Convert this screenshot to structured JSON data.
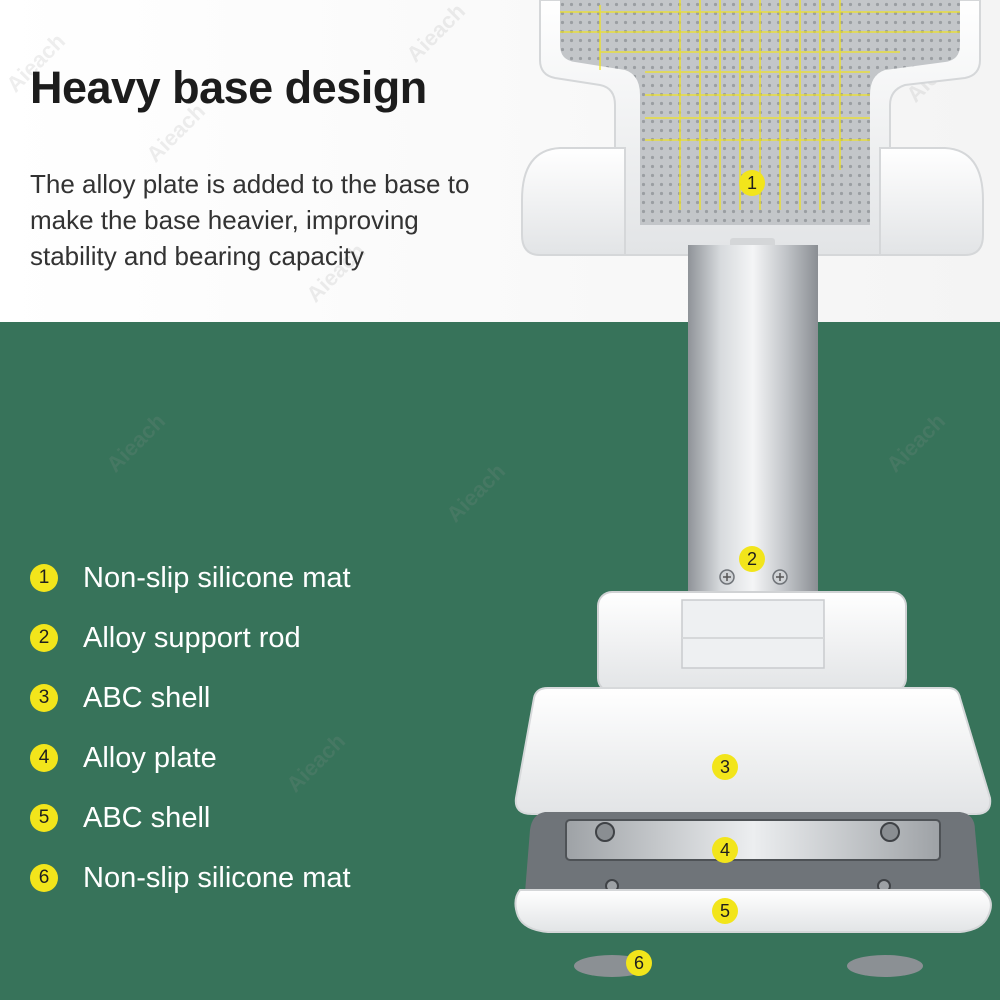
{
  "headline": "Heavy base design",
  "description": "The alloy plate is added to the base to make the base heavier, improving stability and bearing capacity",
  "legend": [
    {
      "num": "1",
      "label": "Non-slip silicone mat"
    },
    {
      "num": "2",
      "label": "Alloy support rod"
    },
    {
      "num": "3",
      "label": "ABC shell"
    },
    {
      "num": "4",
      "label": "Alloy plate"
    },
    {
      "num": "5",
      "label": "ABC shell"
    },
    {
      "num": "6",
      "label": "Non-slip silicone mat"
    }
  ],
  "callouts": [
    "1",
    "2",
    "3",
    "4",
    "5",
    "6"
  ],
  "watermark": "Aieach",
  "colors": {
    "green_background": "#37735a",
    "badge_yellow": "#f2e51b",
    "heading_text": "#1c1c1c",
    "body_text": "#333333",
    "legend_text": "#ffffff"
  }
}
